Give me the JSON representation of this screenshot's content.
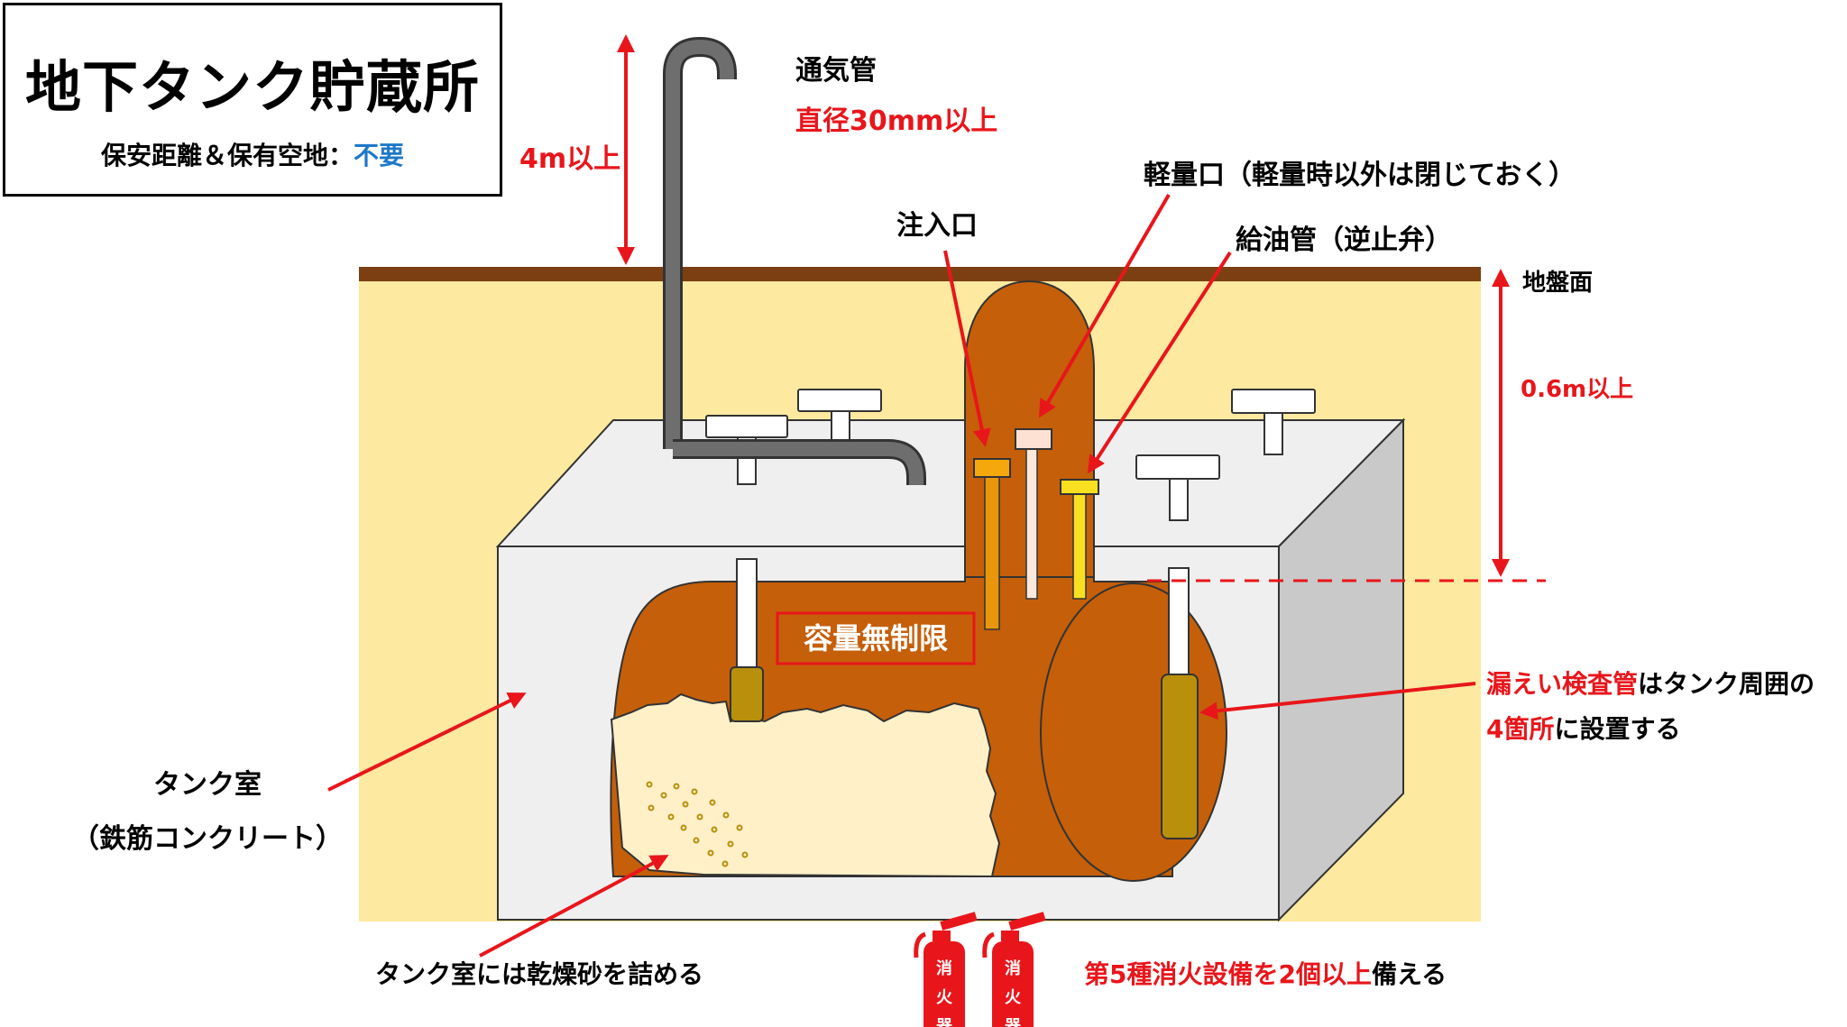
{
  "title": {
    "main": "地下タンク貯蔵所",
    "sub_label": "保安距離＆保有空地：",
    "sub_value": "不要"
  },
  "labels": {
    "vent_pipe": "通気管",
    "vent_diameter": "直径30mm以上",
    "height_4m": "4m以上",
    "gauge_port": "軽量口（軽量時以外は閉じておく）",
    "fill_port": "注入口",
    "supply_pipe": "給油管（逆止弁）",
    "ground_surface": "地盤面",
    "depth": "0.6m以上",
    "capacity": "容量無制限",
    "leak_red": "漏えい検査管",
    "leak_black": "はタンク周囲の",
    "leak_count_red": "4箇所",
    "leak_install": "に設置する",
    "tank_room_1": "タンク室",
    "tank_room_2": "（鉄筋コンクリート）",
    "dry_sand": "タンク室には乾燥砂を詰める",
    "ext_red": "第5種消火設備を2個以上",
    "ext_black": "備える",
    "extinguisher_chars": [
      "消",
      "火",
      "器"
    ]
  },
  "colors": {
    "soil": "#fde9a0",
    "ground_line": "#7b3f12",
    "concrete_front": "#efefef",
    "concrete_side": "#c9c9c9",
    "tank": "#c55f0a",
    "sand": "#fff0c8",
    "pipe": "#6e6e6e",
    "red": "#e8161b",
    "leak_tube": "#b8900c",
    "blue": "#1f78c8"
  },
  "icons": [
    "extinguisher-icon",
    "arrow-icon"
  ]
}
